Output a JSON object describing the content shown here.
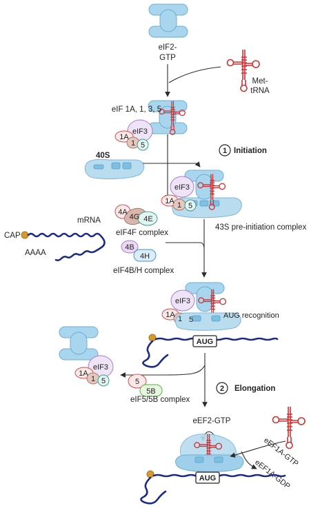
{
  "labels": {
    "eif2_gtp_line1": "eIF2-",
    "eif2_gtp_line2": "GTP",
    "met_trna_line1": "Met-",
    "met_trna_line2": "tRNA",
    "eif_1a_1_3_5": "eIF 1A, 1, 3, 5",
    "subunit_40s": "40S",
    "step1_number": "1",
    "step1_label": "Initiation",
    "pic_43s": "43S pre-initiation complex",
    "cap": "CAP",
    "mrna": "mRNA",
    "polya": "AAAA",
    "eif4f_complex": "eIF4F complex",
    "eif4bh_complex": "eIF4B/H complex",
    "aug_recognition": "AUG recognition",
    "step2_number": "2",
    "step2_label": "Elongation",
    "eif55b_complex": "eIF5/5B complex",
    "eef2_gtp": "eEF2-GTP",
    "eef1a_gtp": "eEF1A-GTP",
    "eef1a_gdp": "eEF1A-GDP"
  },
  "factors": {
    "eif3": "eIF3",
    "eif1a": "1A",
    "eif1": "1",
    "eif5": "5",
    "eif4a": "4A",
    "eif4g": "4G",
    "eif4e": "4E",
    "eif4b": "4B",
    "eif4h": "4H",
    "eif5b": "5B",
    "aug": "AUG"
  },
  "colors": {
    "ribosome": "#a9d6ee",
    "trna": "#d32f2f",
    "mrna": "#1b2a8a",
    "cap": "#d39b2f",
    "eif3": "#efe3f7",
    "eif1a": "#fbe8e8",
    "eif1": "#e6c7bd",
    "eif5": "#e3f5f1",
    "eif4a": "#fbe8e8",
    "eif4g": "#d8b6ab",
    "eif4e": "#e3f5f1",
    "eif4b": "#ecd9f3",
    "eif4h": "#dcecf8",
    "eif5b": "#e7f6df"
  }
}
